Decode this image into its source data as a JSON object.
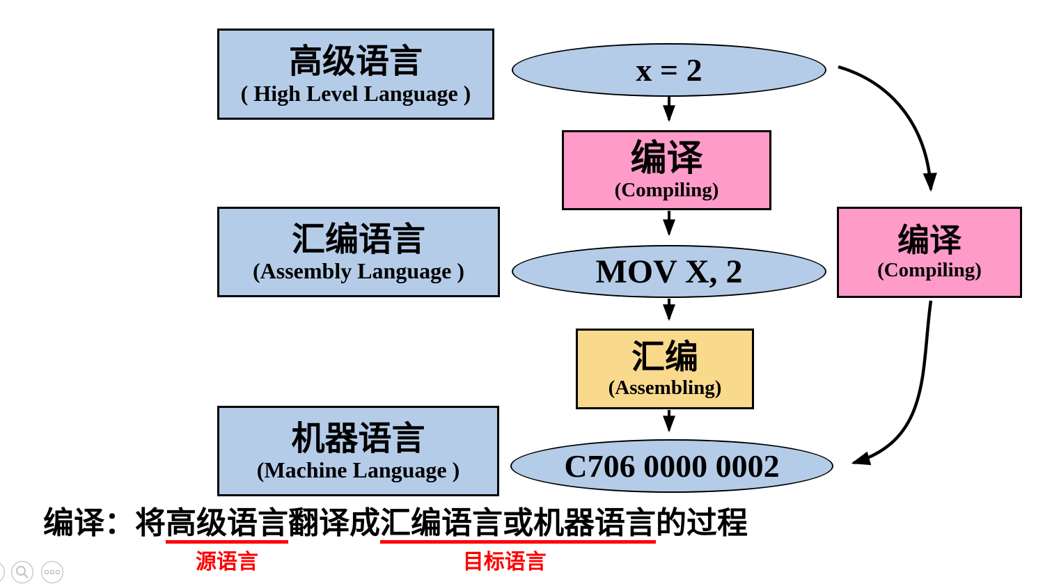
{
  "palette": {
    "node_blue": "#B4CCE8",
    "process_pink": "#FF9BC9",
    "process_tan": "#F9D98B",
    "accent_red": "#FF0000",
    "line_black": "#000000"
  },
  "nodes": {
    "high_level_box": {
      "title": "高级语言",
      "subtitle": "( High Level Language )"
    },
    "assembly_box": {
      "title": "汇编语言",
      "subtitle": "(Assembly Language )"
    },
    "machine_box": {
      "title": "机器语言",
      "subtitle": "(Machine Language )"
    },
    "source_ellipse": {
      "label": "x = 2"
    },
    "assembly_ellipse": {
      "label": "MOV X, 2"
    },
    "machine_ellipse": {
      "label": "C706 0000 0002"
    },
    "compile_box_mid": {
      "title": "编译",
      "subtitle": "(Compiling)"
    },
    "assemble_box": {
      "title": "汇编",
      "subtitle": "(Assembling)"
    },
    "compile_box_right": {
      "title": "编译",
      "subtitle": "(Compiling)"
    }
  },
  "footer": {
    "prefix": "编译：将",
    "source_term": "高级语言",
    "middle": "翻译成",
    "target_term": "汇编语言或机器语言",
    "suffix": "的过程",
    "source_annotation": "源语言",
    "target_annotation": "目标语言"
  },
  "controls": {
    "zoom_icon": "magnifier",
    "more_icon": "ellipsis"
  }
}
